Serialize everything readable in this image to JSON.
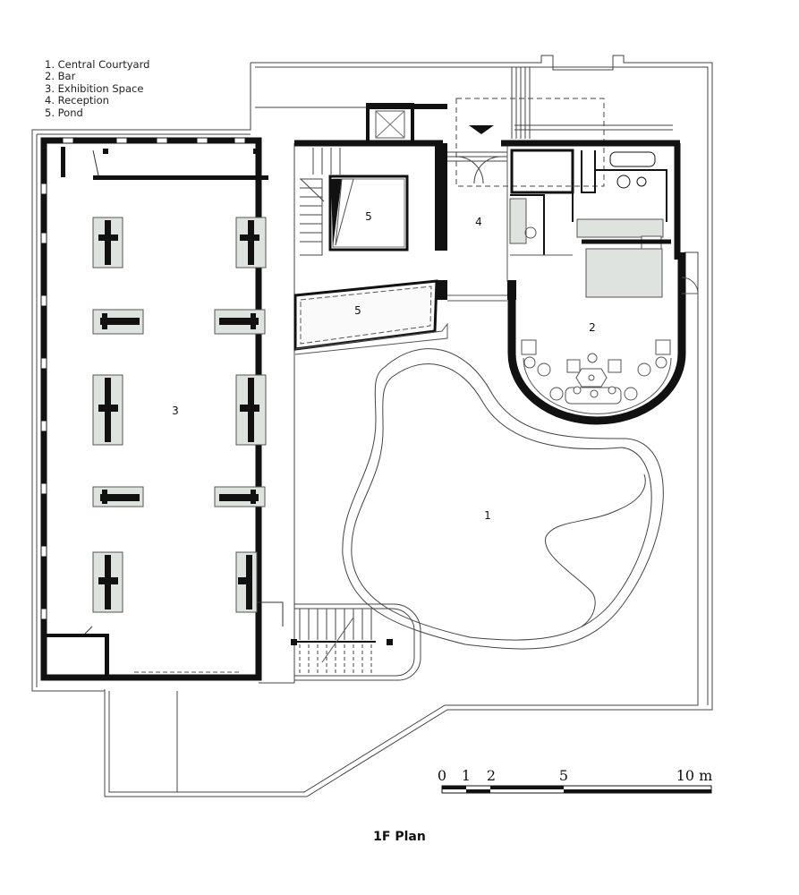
{
  "legend": [
    "1. Central Courtyard",
    "2. Bar",
    "3. Exhibition Space",
    "4. Reception",
    "5. Pond"
  ],
  "room_labels": {
    "courtyard": "1",
    "bar": "2",
    "exhibition": "3",
    "reception": "4",
    "pond_upper": "5",
    "pond_lower": "5"
  },
  "scale_bar": {
    "tick_0": "0",
    "tick_1": "1",
    "tick_2": "2",
    "tick_5": "5",
    "tick_10": "10 m"
  },
  "title": "1F Plan",
  "colors": {
    "wall": "#111111",
    "line": "#444444",
    "furniture": "#dfe3df"
  }
}
